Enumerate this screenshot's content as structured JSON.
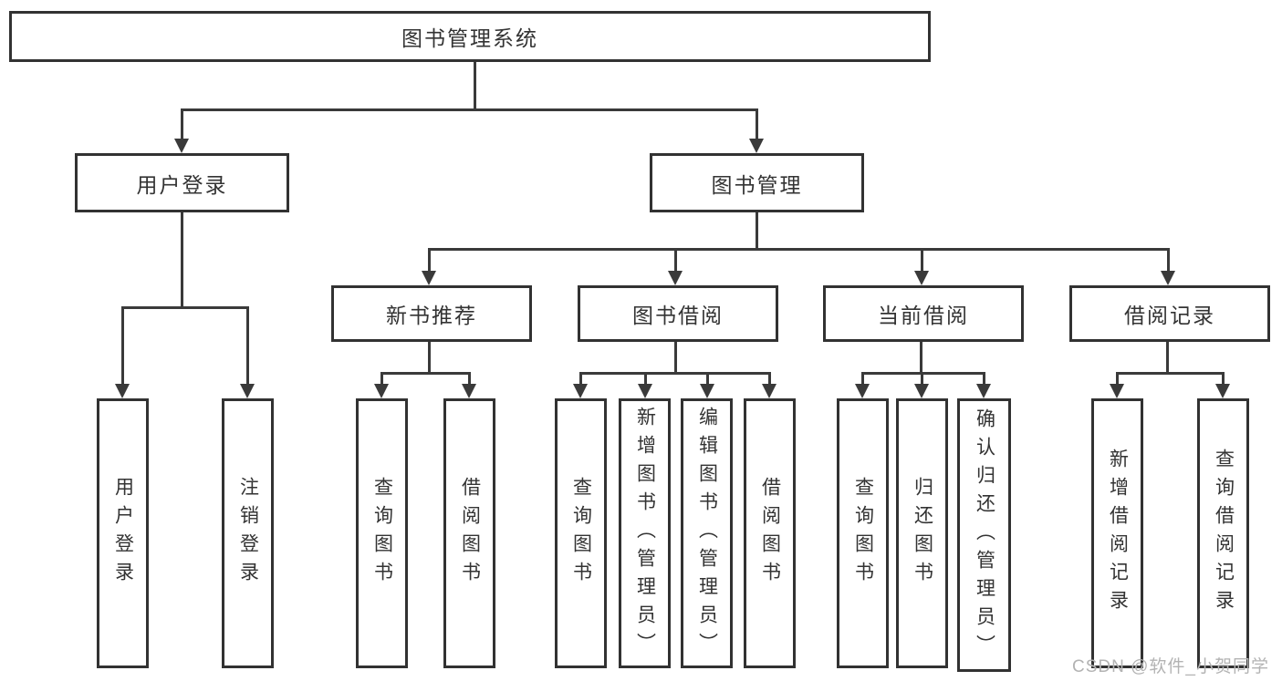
{
  "tree": {
    "label": "图书管理系统",
    "children": [
      {
        "label": "用户登录",
        "children": [
          {
            "label": "用户登录"
          },
          {
            "label": "注销登录"
          }
        ]
      },
      {
        "label": "图书管理",
        "children": [
          {
            "label": "新书推荐",
            "children": [
              {
                "label": "查询图书"
              },
              {
                "label": "借阅图书"
              }
            ]
          },
          {
            "label": "图书借阅",
            "children": [
              {
                "label": "查询图书"
              },
              {
                "label": "新增图书（管理员）"
              },
              {
                "label": "编辑图书（管理员）"
              },
              {
                "label": "借阅图书"
              }
            ]
          },
          {
            "label": "当前借阅",
            "children": [
              {
                "label": "查询图书"
              },
              {
                "label": "归还图书"
              },
              {
                "label": "确认归还（管理员）"
              }
            ]
          },
          {
            "label": "借阅记录",
            "children": [
              {
                "label": "新增借阅记录"
              },
              {
                "label": "查询借阅记录"
              }
            ]
          }
        ]
      }
    ]
  },
  "watermark": {
    "text": "CSDN @软件_小贺同学"
  },
  "colors": {
    "line": "#3a3a3a",
    "box_border": "#323232",
    "box_background": "#ffffff",
    "text": "#333333",
    "watermark": "#b3b3b3"
  }
}
